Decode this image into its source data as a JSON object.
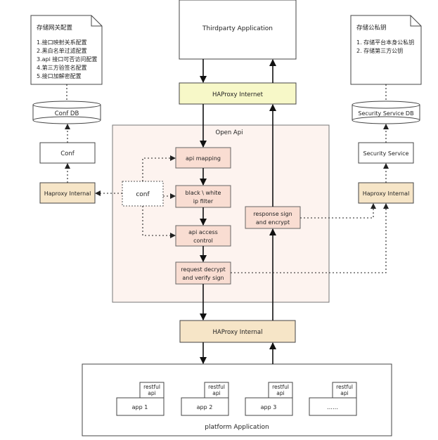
{
  "notes": {
    "left": {
      "title": "存储网关配置",
      "lines": [
        "1.接口映射关系配置",
        "2.黑白名单过滤配置",
        "3.api 接口可否访问配置",
        "4.第三方验签名配置",
        "5.接口加解密配置"
      ]
    },
    "right": {
      "title": "存储公私钥",
      "lines": [
        "1. 存储平台本身公私钥",
        "2. 存储第三方公钥"
      ]
    }
  },
  "thirdparty": {
    "label": "Thirdparty Application"
  },
  "haproxy_internet": {
    "label": "HAProxy Internet"
  },
  "conf_db": {
    "label": "Conf DB"
  },
  "conf_box": {
    "label": "Conf"
  },
  "haproxy_internal_left": {
    "label": "Haproxy Internal"
  },
  "security_db": {
    "label": "Security Service DB"
  },
  "security_service": {
    "label": "Security Service"
  },
  "haproxy_internal_right": {
    "label": "Haproxy Internal"
  },
  "open_api": {
    "title": "Open Api",
    "conf": "conf",
    "api_mapping": [
      "api mapping"
    ],
    "ip_filter": [
      "black \\ white",
      "ip filter"
    ],
    "api_access": [
      "api access",
      "control"
    ],
    "request_decrypt": [
      "request decrypt",
      "and verify sign"
    ],
    "response_sign": [
      "response sign",
      "and encrypt"
    ]
  },
  "haproxy_internal_bottom": {
    "label": "HAProxy Internal"
  },
  "platform": {
    "label": "platform Application",
    "apps": [
      {
        "name": "app 1",
        "tag": [
          "restful",
          "api"
        ]
      },
      {
        "name": "app 2",
        "tag": [
          "restful",
          "api"
        ]
      },
      {
        "name": "app 3",
        "tag": [
          "restful",
          "api"
        ]
      },
      {
        "name": "……",
        "tag": [
          "restful",
          "api"
        ]
      }
    ]
  },
  "colors": {
    "haproxy_fill": "#f7f8c8",
    "internal_fill": "#f6e5c7",
    "step_fill": "#f9ddd2",
    "openapi_bg": "#fdf3ef"
  }
}
